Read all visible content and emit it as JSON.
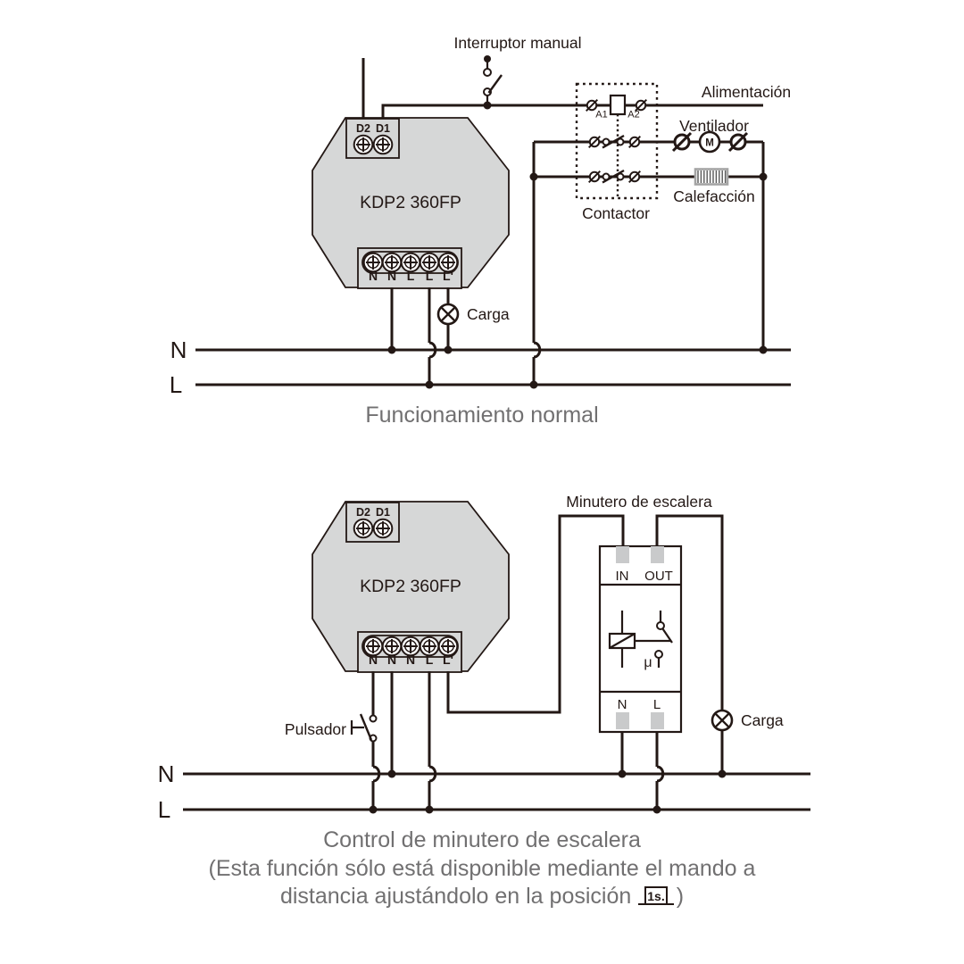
{
  "colors": {
    "line": "#231815",
    "gray": "#717071",
    "device": "#d6d7d7",
    "pad": "#c9cacb"
  },
  "top": {
    "caption": "Funcionamiento normal",
    "interruptor": "Interruptor manual",
    "alimentacion": "Alimentación",
    "ventilador": "Ventilador",
    "calefaccion": "Calefacción",
    "contactor": "Contactor",
    "carga": "Carga",
    "a1": "A1",
    "a2": "A2",
    "motor_m": "M",
    "bus": {
      "n": "N",
      "l": "L"
    },
    "device": {
      "model": "KDP2 360FP",
      "top_terminals": [
        "D2",
        "D1"
      ],
      "bottom_terminals": [
        "N",
        "N",
        "L",
        "L",
        "L'"
      ]
    }
  },
  "bottom": {
    "caption_line1": "Control de minutero de escalera",
    "caption_line2": "(Esta función sólo está disponible mediante el mando a",
    "caption_line3_pre": "distancia ajustándolo en la posición",
    "caption_line3_post": ")",
    "pulse_box": "1s.",
    "minutero": "Minutero de escalera",
    "pulsador": "Pulsador",
    "carga": "Carga",
    "mu": "μ",
    "timer": {
      "in": "IN",
      "out": "OUT",
      "n": "N",
      "l": "L"
    },
    "bus": {
      "n": "N",
      "l": "L"
    },
    "device": {
      "model": "KDP2 360FP",
      "top_terminals": [
        "D2",
        "D1"
      ],
      "bottom_terminals": [
        "N",
        "N",
        "N",
        "L",
        "L'"
      ]
    }
  }
}
